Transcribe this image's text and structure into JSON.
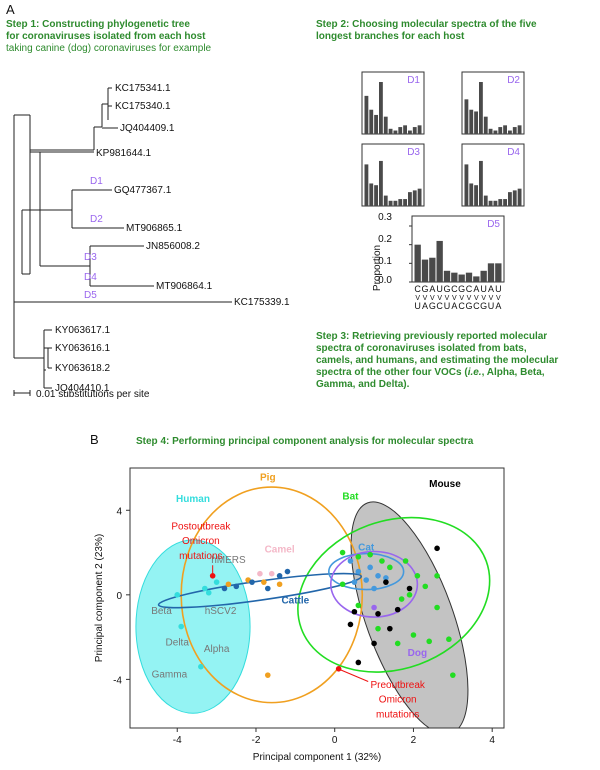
{
  "panel_a": {
    "letter": "A",
    "step1": {
      "title_line1": "Step 1: Constructing phylogenetic tree",
      "title_line2": "for coronaviruses isolated from each host",
      "subtitle": "taking canine (dog) coronaviruses for example"
    },
    "tree": {
      "leaves": [
        "KC175341.1",
        "KC175340.1",
        "JQ404409.1",
        "KP981644.1",
        "GQ477367.1",
        "MT906865.1",
        "JN856008.2",
        "MT906864.1",
        "KC175339.1",
        "KY063617.1",
        "KY063616.1",
        "KY063618.2",
        "JQ404410.1"
      ],
      "branch_labels": [
        "D1",
        "D2",
        "D3",
        "D4",
        "D5"
      ],
      "scale_label": "0.01 substitutions per site"
    },
    "step2": {
      "title_line1": "Step 2: Choosing molecular spectra of the five",
      "title_line2": "longest branches for each host"
    },
    "spectra": {
      "labels": [
        "D1",
        "D2",
        "D3",
        "D4",
        "D5"
      ],
      "values": [
        [
          0.22,
          0.14,
          0.11,
          0.3,
          0.1,
          0.03,
          0.02,
          0.04,
          0.05,
          0.02,
          0.04,
          0.05
        ],
        [
          0.2,
          0.14,
          0.13,
          0.3,
          0.1,
          0.03,
          0.02,
          0.04,
          0.05,
          0.02,
          0.04,
          0.05
        ],
        [
          0.24,
          0.13,
          0.12,
          0.26,
          0.06,
          0.03,
          0.03,
          0.04,
          0.04,
          0.08,
          0.09,
          0.1
        ],
        [
          0.24,
          0.13,
          0.12,
          0.26,
          0.06,
          0.03,
          0.03,
          0.04,
          0.04,
          0.08,
          0.09,
          0.1
        ],
        [
          0.2,
          0.12,
          0.13,
          0.22,
          0.06,
          0.05,
          0.04,
          0.05,
          0.03,
          0.06,
          0.1,
          0.1
        ]
      ],
      "ylabel": "Proportion",
      "yticks": [
        "0.3",
        "0.2",
        "0.1",
        "0.0"
      ],
      "ymax": 0.3,
      "top_letters": [
        "C",
        "G",
        "A",
        "U",
        "G",
        "C",
        "G",
        "C",
        "A",
        "U",
        "A",
        "U"
      ],
      "bottom_letters": [
        "U",
        "A",
        "G",
        "C",
        "U",
        "A",
        "C",
        "G",
        "C",
        "G",
        "U",
        "A"
      ],
      "arrow": "V"
    },
    "step3": {
      "line1": "Step 3: Retrieving previously reported molecular",
      "line2": "spectra of coronaviruses isolated from bats,",
      "line3": "camels, and humans, and estimating the molecular",
      "line4_pre": "spectra of the other four VOCs (",
      "line4_italic": "i.e.",
      "line4_post": ", Alpha, Beta,",
      "line5": "Gamma, and Delta)."
    }
  },
  "panel_b": {
    "letter": "B",
    "step4_title": "Step 4: Performing principal component analysis for molecular spectra",
    "chart_data": {
      "type": "scatter",
      "xlabel": "Principal component 1 (32%)",
      "ylabel": "Principal component 2 (23%)",
      "xlim": [
        -5.2,
        4.3
      ],
      "ylim": [
        -6.3,
        6.0
      ],
      "xticks": [
        -4,
        -2,
        0,
        2,
        4
      ],
      "yticks": [
        -4,
        0,
        4
      ],
      "groups": [
        {
          "name": "Human",
          "color": "#33dddd",
          "label": "Human"
        },
        {
          "name": "Pig",
          "color": "#f0a020",
          "label": "Pig"
        },
        {
          "name": "Bat",
          "color": "#22dd22",
          "label": "Bat"
        },
        {
          "name": "Mouse",
          "color": "#000000",
          "label": "Mouse"
        },
        {
          "name": "Camel",
          "color": "#f4b8c8",
          "label": "Camel"
        },
        {
          "name": "Cat",
          "color": "#4499dd",
          "label": "Cat"
        },
        {
          "name": "Dog",
          "color": "#9966ee",
          "label": "Dog"
        },
        {
          "name": "Cattle",
          "color": "#2266aa",
          "label": "Cattle"
        }
      ],
      "ellipses": [
        {
          "group": "Human",
          "cx": -3.6,
          "cy": -1.5,
          "rx": 1.45,
          "ry": 4.1,
          "angle": 0,
          "fill": "#66eeee",
          "fill_opacity": 0.7,
          "stroke": "#33dddd"
        },
        {
          "group": "Mouse",
          "cx": 1.9,
          "cy": -1.1,
          "rx": 1.1,
          "ry": 5.8,
          "angle": -20,
          "fill": "#aaaaaa",
          "fill_opacity": 0.7,
          "stroke": "#333333"
        },
        {
          "group": "Pig",
          "cx": -1.6,
          "cy": 0.0,
          "rx": 2.3,
          "ry": 5.1,
          "angle": 0,
          "fill": "none",
          "stroke": "#f0a020"
        },
        {
          "group": "Bat",
          "cx": 1.5,
          "cy": 0.0,
          "rx": 2.5,
          "ry": 3.5,
          "angle": -20,
          "fill": "none",
          "stroke": "#22dd22"
        },
        {
          "group": "Cattle",
          "cx": -1.9,
          "cy": 0.2,
          "rx": 2.6,
          "ry": 0.45,
          "angle": -8,
          "fill": "none",
          "stroke": "#2266aa"
        },
        {
          "group": "Cat",
          "cx": 0.8,
          "cy": 1.1,
          "rx": 0.95,
          "ry": 0.85,
          "angle": 0,
          "fill": "none",
          "stroke": "#4499dd"
        },
        {
          "group": "Dog",
          "cx": 1.0,
          "cy": 0.5,
          "rx": 1.1,
          "ry": 1.55,
          "angle": 0,
          "fill": "none",
          "stroke": "#9966ee"
        }
      ],
      "points": [
        {
          "x": -4.0,
          "y": 0.0,
          "c": "#33dddd"
        },
        {
          "x": -3.9,
          "y": -1.5,
          "c": "#33dddd"
        },
        {
          "x": -3.4,
          "y": -3.4,
          "c": "#33dddd"
        },
        {
          "x": -3.3,
          "y": 0.3,
          "c": "#33dddd"
        },
        {
          "x": -3.2,
          "y": 0.1,
          "c": "#33dddd"
        },
        {
          "x": -3.0,
          "y": 0.6,
          "c": "#33dddd"
        },
        {
          "x": -3.1,
          "y": 0.9,
          "c": "#ee1111"
        },
        {
          "x": -1.7,
          "y": -3.8,
          "c": "#f0a020"
        },
        {
          "x": -2.7,
          "y": 0.5,
          "c": "#f0a020"
        },
        {
          "x": -2.2,
          "y": 0.7,
          "c": "#f0a020"
        },
        {
          "x": -1.8,
          "y": 0.6,
          "c": "#f0a020"
        },
        {
          "x": -1.4,
          "y": 0.5,
          "c": "#f0a020"
        },
        {
          "x": -1.9,
          "y": 1.0,
          "c": "#f4b8c8"
        },
        {
          "x": -1.6,
          "y": 1.0,
          "c": "#f4b8c8"
        },
        {
          "x": -2.5,
          "y": 0.4,
          "c": "#2266aa"
        },
        {
          "x": -2.1,
          "y": 0.6,
          "c": "#2266aa"
        },
        {
          "x": -1.7,
          "y": 0.3,
          "c": "#2266aa"
        },
        {
          "x": -1.4,
          "y": 0.9,
          "c": "#2266aa"
        },
        {
          "x": -1.2,
          "y": 1.1,
          "c": "#2266aa"
        },
        {
          "x": -2.8,
          "y": 0.3,
          "c": "#2266aa"
        },
        {
          "x": 0.4,
          "y": 1.6,
          "c": "#4499dd"
        },
        {
          "x": 0.6,
          "y": 1.1,
          "c": "#4499dd"
        },
        {
          "x": 0.9,
          "y": 1.3,
          "c": "#4499dd"
        },
        {
          "x": 0.8,
          "y": 0.7,
          "c": "#4499dd"
        },
        {
          "x": 1.1,
          "y": 0.9,
          "c": "#4499dd"
        },
        {
          "x": 1.3,
          "y": 0.8,
          "c": "#4499dd"
        },
        {
          "x": 0.5,
          "y": 0.6,
          "c": "#4499dd"
        },
        {
          "x": 1.0,
          "y": 0.3,
          "c": "#4499dd"
        },
        {
          "x": 1.0,
          "y": -0.6,
          "c": "#9966ee"
        },
        {
          "x": 1.6,
          "y": -0.7,
          "c": "#9966ee"
        },
        {
          "x": 0.2,
          "y": 2.0,
          "c": "#22dd22"
        },
        {
          "x": 0.6,
          "y": 1.8,
          "c": "#22dd22"
        },
        {
          "x": 0.9,
          "y": 1.9,
          "c": "#22dd22"
        },
        {
          "x": 1.2,
          "y": 1.6,
          "c": "#22dd22"
        },
        {
          "x": 1.4,
          "y": 1.3,
          "c": "#22dd22"
        },
        {
          "x": 1.8,
          "y": 1.6,
          "c": "#22dd22"
        },
        {
          "x": 2.1,
          "y": 0.9,
          "c": "#22dd22"
        },
        {
          "x": 2.3,
          "y": 0.4,
          "c": "#22dd22"
        },
        {
          "x": 1.7,
          "y": -0.2,
          "c": "#22dd22"
        },
        {
          "x": 2.6,
          "y": -0.6,
          "c": "#22dd22"
        },
        {
          "x": 1.1,
          "y": -1.6,
          "c": "#22dd22"
        },
        {
          "x": 2.0,
          "y": -1.9,
          "c": "#22dd22"
        },
        {
          "x": 2.4,
          "y": -2.2,
          "c": "#22dd22"
        },
        {
          "x": 1.6,
          "y": -2.3,
          "c": "#22dd22"
        },
        {
          "x": 2.9,
          "y": -2.1,
          "c": "#22dd22"
        },
        {
          "x": 3.0,
          "y": -3.8,
          "c": "#22dd22"
        },
        {
          "x": 0.6,
          "y": -0.5,
          "c": "#22dd22"
        },
        {
          "x": 1.9,
          "y": 0.0,
          "c": "#22dd22"
        },
        {
          "x": 0.2,
          "y": 0.5,
          "c": "#22dd22"
        },
        {
          "x": 2.6,
          "y": 0.9,
          "c": "#22dd22"
        },
        {
          "x": 2.6,
          "y": 2.2,
          "c": "#000000"
        },
        {
          "x": 1.9,
          "y": 0.3,
          "c": "#000000"
        },
        {
          "x": 1.6,
          "y": -0.7,
          "c": "#000000"
        },
        {
          "x": 1.4,
          "y": -1.6,
          "c": "#000000"
        },
        {
          "x": 1.0,
          "y": -2.3,
          "c": "#000000"
        },
        {
          "x": 0.6,
          "y": -3.2,
          "c": "#000000"
        },
        {
          "x": 1.1,
          "y": -0.9,
          "c": "#000000"
        },
        {
          "x": 0.4,
          "y": -1.4,
          "c": "#000000"
        },
        {
          "x": 1.3,
          "y": 0.6,
          "c": "#000000"
        },
        {
          "x": 0.5,
          "y": -0.8,
          "c": "#000000"
        },
        {
          "x": 0.1,
          "y": -3.5,
          "c": "#ee1111"
        }
      ],
      "text_labels": {
        "hmers": "hMERS",
        "hscv2": "hSCV2",
        "beta": "Beta",
        "delta": "Delta",
        "gamma": "Gamma",
        "alpha": "Alpha",
        "post_line1": "Postoutbreak",
        "post_line2": "Omicron",
        "post_line3": "mutations",
        "pre_line1": "Preoutbreak",
        "pre_line2": "Omicron",
        "pre_line3": "mutations"
      }
    }
  }
}
